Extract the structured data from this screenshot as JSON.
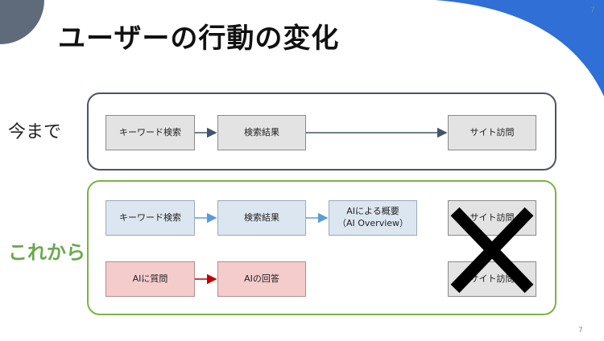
{
  "title": "ユーザーの行動の変化",
  "page_number_top": "7",
  "page_number_bottom": "7",
  "rows": {
    "now": {
      "label": "今まで",
      "nodes": [
        "キーワード検索",
        "検索結果",
        "サイト訪問"
      ]
    },
    "future": {
      "label": "これから",
      "flow1": [
        "キーワード検索",
        "検索結果",
        "AIによる概要\n（AI Overview）",
        "サイト訪問"
      ],
      "flow2": [
        "AIに質問",
        "AIの回答",
        "サイト訪問"
      ]
    }
  },
  "colors": {
    "now_border": "#4b5563",
    "future_border": "#7cb342",
    "future_label": "#6aa84f",
    "blue_arrow": "#5b9bd5",
    "red_arrow": "#c00000",
    "gray_arrow": "#44546a",
    "corner_circle": "#5f6b7a",
    "corner_arc": "#2f6fd6"
  },
  "icons": [
    "x-mark-icon"
  ]
}
